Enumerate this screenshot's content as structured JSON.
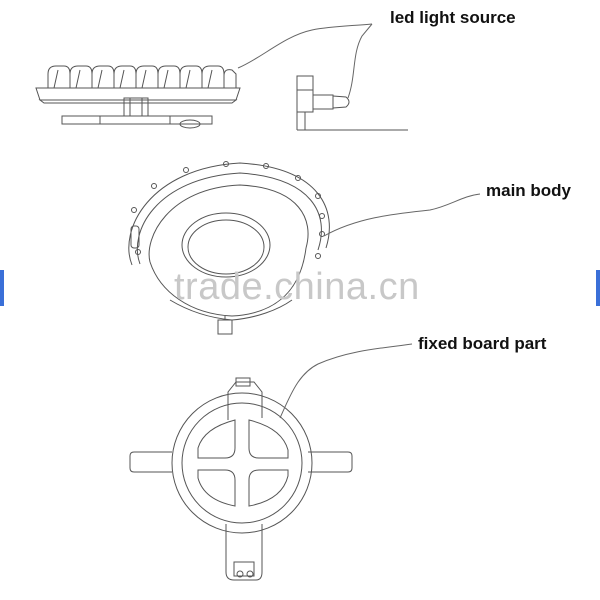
{
  "labels": {
    "led_light_source": "led light source",
    "main_body": "main body",
    "fixed_board_part": "fixed board part"
  },
  "watermark": "trade.china.cn",
  "colors": {
    "line": "#555555",
    "callout_text": "#111111",
    "watermark": "#c8c8c8",
    "edge_accent": "#3a6fd8"
  }
}
